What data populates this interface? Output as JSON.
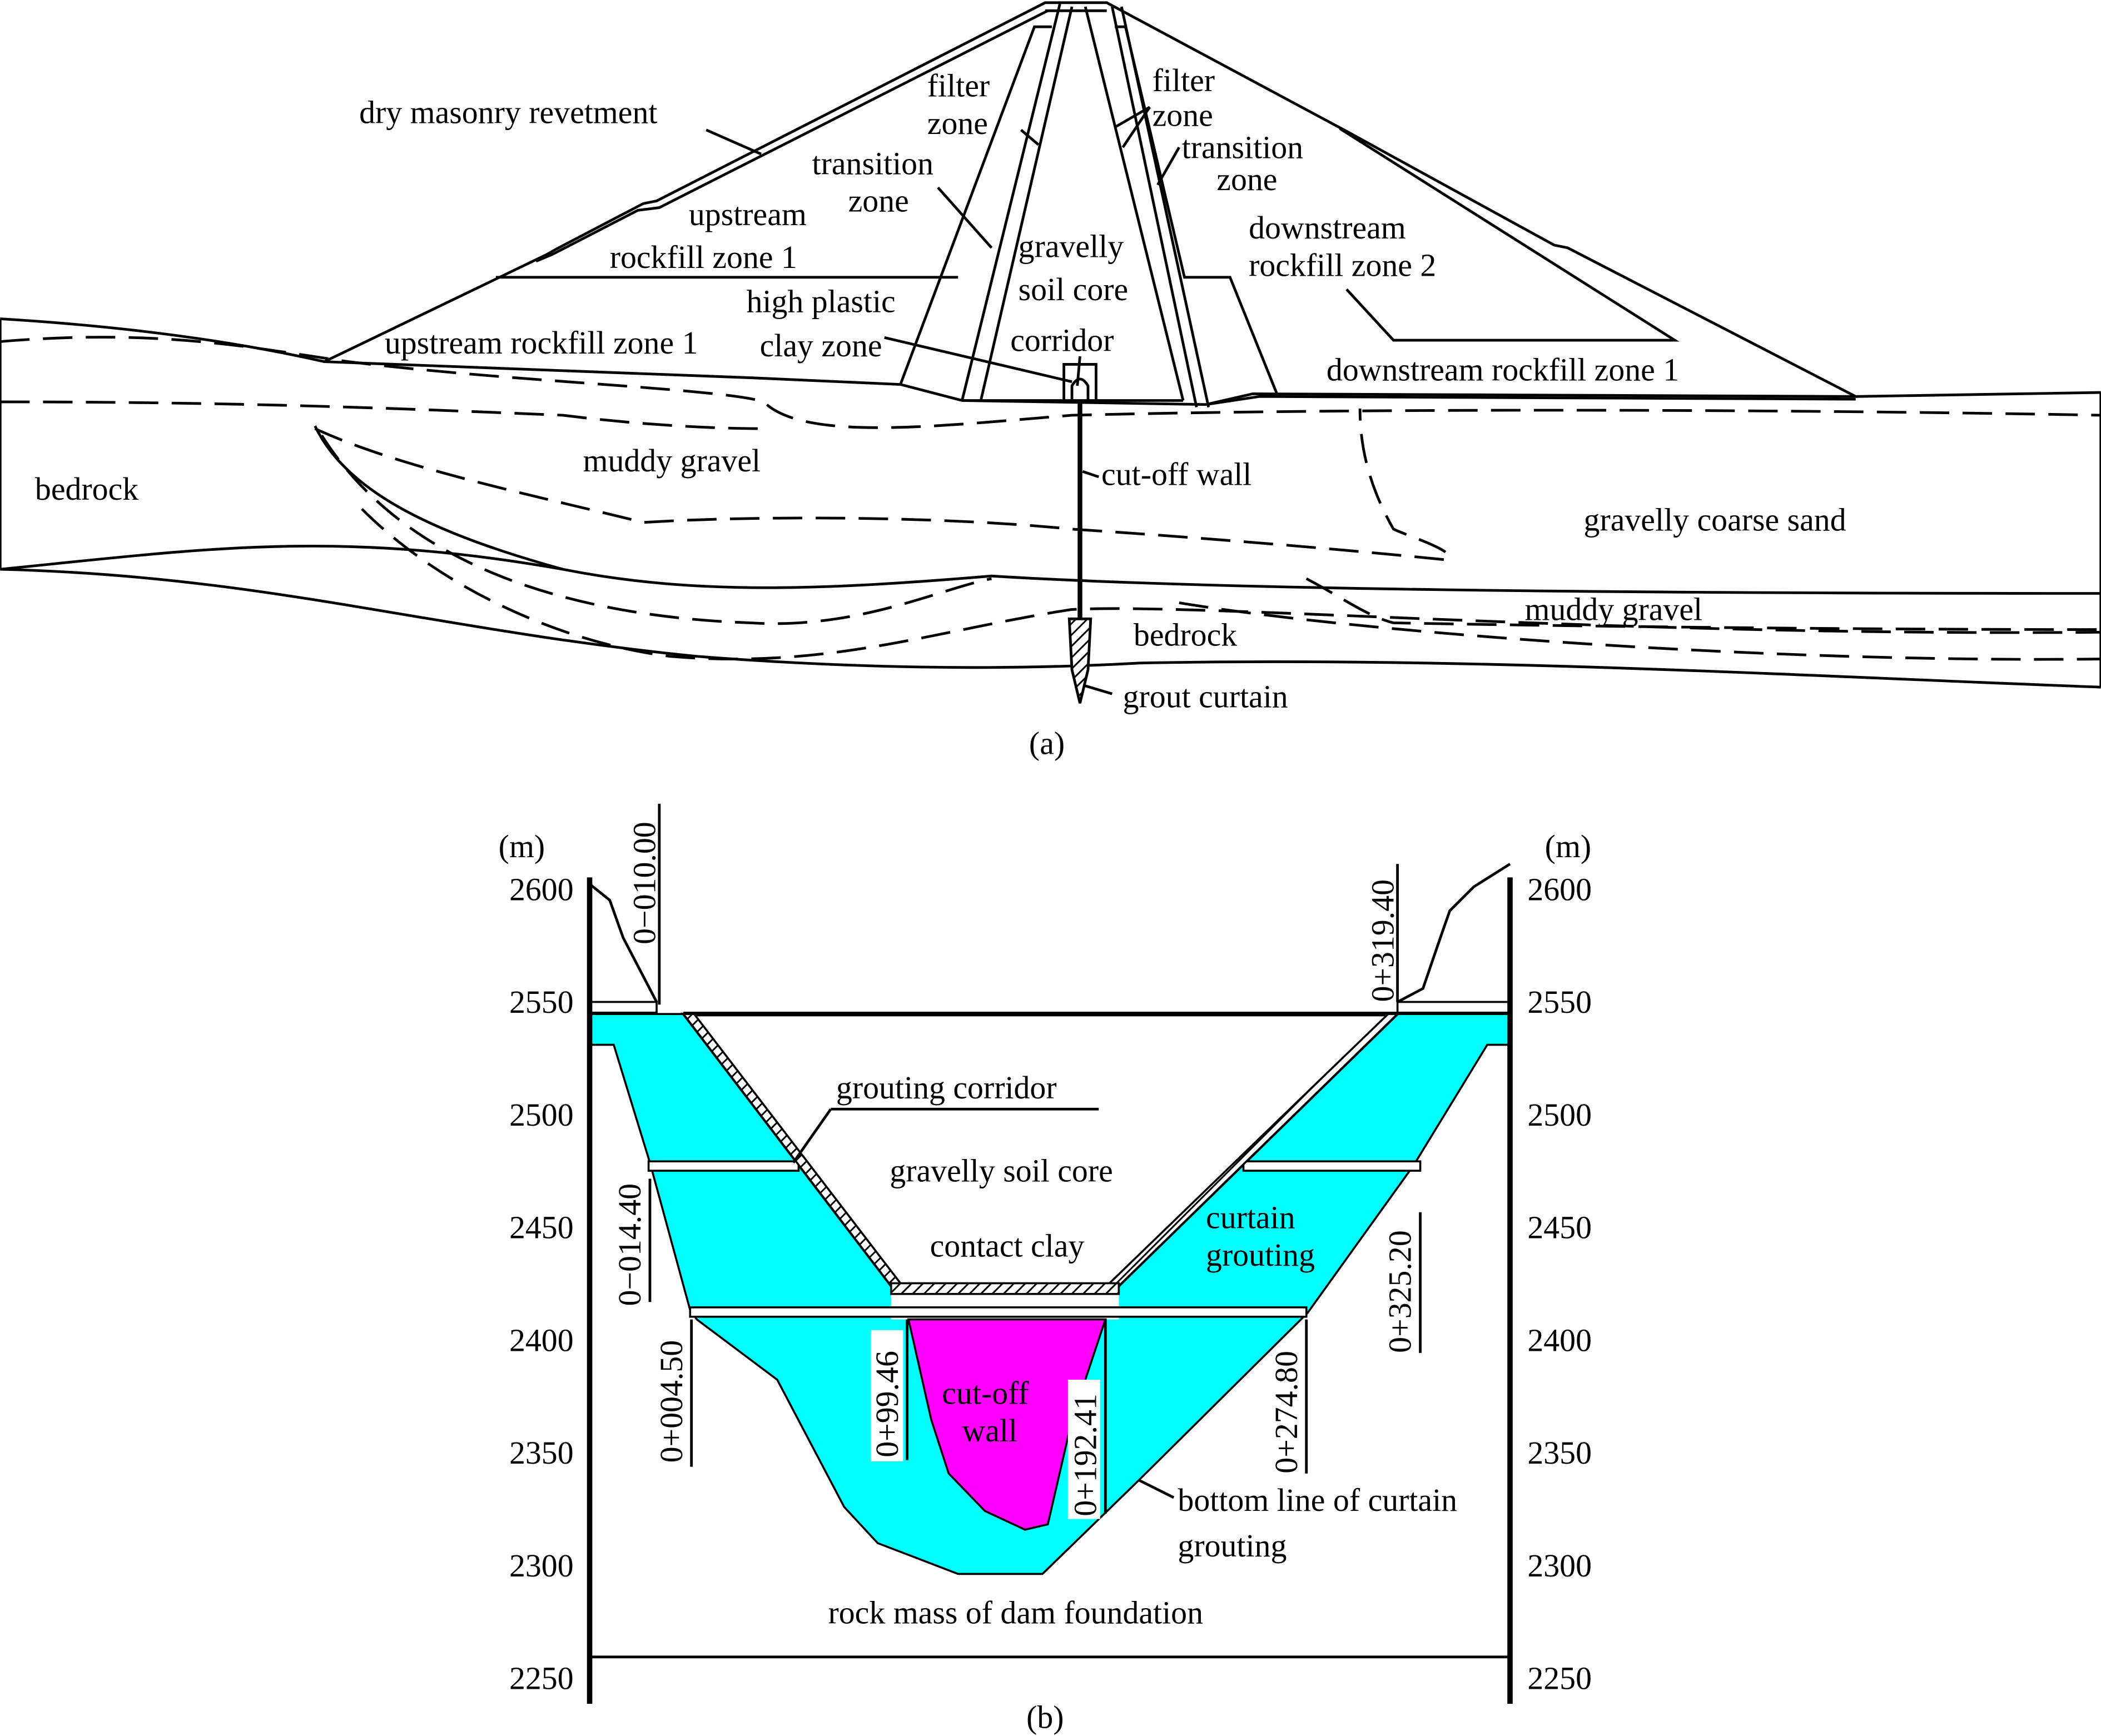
{
  "panel_a": {
    "caption": "(a)",
    "labels": {
      "dry_masonry": "dry masonry revetment",
      "filter_zone_up_1": "filter",
      "filter_zone_up_2": "zone",
      "filter_zone_dn_1": "filter",
      "filter_zone_dn_2": "zone",
      "transition_up_1": "transition",
      "transition_up_2": "zone",
      "transition_dn_1": "transition",
      "transition_dn_2": "zone",
      "upstream_rockfill_top_1": "upstream",
      "upstream_rockfill_top_2": "rockfill zone 1",
      "gravelly_core_1": "gravelly",
      "gravelly_core_2": "soil core",
      "downstream_rockfill2_1": "downstream",
      "downstream_rockfill2_2": "rockfill zone 2",
      "high_plastic_1": "high plastic",
      "high_plastic_2": "clay zone",
      "corridor": "corridor",
      "upstream_rockfill_low": "upstream rockfill zone 1",
      "downstream_rockfill1": "downstream rockfill zone 1",
      "bedrock_left": "bedrock",
      "muddy_gravel_top": "muddy gravel",
      "cutoff_wall": "cut-off wall",
      "gravelly_coarse_sand": "gravelly coarse sand",
      "muddy_gravel_right": "muddy gravel",
      "bedrock_mid": "bedrock",
      "grout_curtain": "grout curtain"
    }
  },
  "panel_b": {
    "caption": "(b)",
    "unit_left": "(m)",
    "unit_right": "(m)",
    "elevations": [
      "2600",
      "2550",
      "2500",
      "2450",
      "2400",
      "2350",
      "2300",
      "2250"
    ],
    "stations": {
      "s1": "0−010.00",
      "s2": "0+319.40",
      "s3": "0−014.40",
      "s4": "0+004.50",
      "s5": "0+99.46",
      "s6": "0+192.41",
      "s7": "0+274.80",
      "s8": "0+325.20"
    },
    "labels": {
      "grouting_corridor": "grouting corridor",
      "gravelly_core": "gravelly soil core",
      "contact_clay": "contact clay",
      "curtain_grouting_1": "curtain",
      "curtain_grouting_2": "grouting",
      "cutoff_1": "cut-off",
      "cutoff_2": "wall",
      "bottom_line_1": "bottom line of curtain",
      "bottom_line_2": "grouting",
      "rock_mass": "rock mass of dam foundation"
    },
    "colors": {
      "curtain_grouting": "#00FFFF",
      "cutoff_wall": "#FF00FF"
    }
  }
}
